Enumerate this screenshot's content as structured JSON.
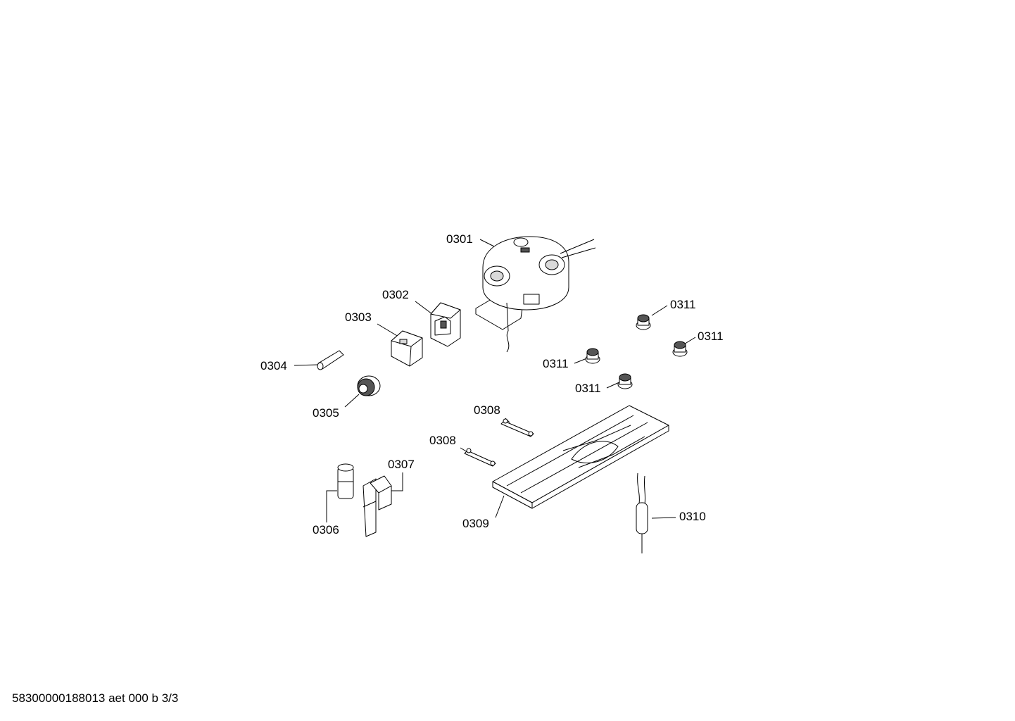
{
  "parts": {
    "p0301": "0301",
    "p0302": "0302",
    "p0303": "0303",
    "p0304": "0304",
    "p0305": "0305",
    "p0306": "0306",
    "p0307": "0307",
    "p0308": "0308",
    "p0309": "0309",
    "p0310": "0310",
    "p0311": "0311"
  },
  "footer": {
    "doc_id": "58300000188013 aet 000 b 3/3"
  }
}
